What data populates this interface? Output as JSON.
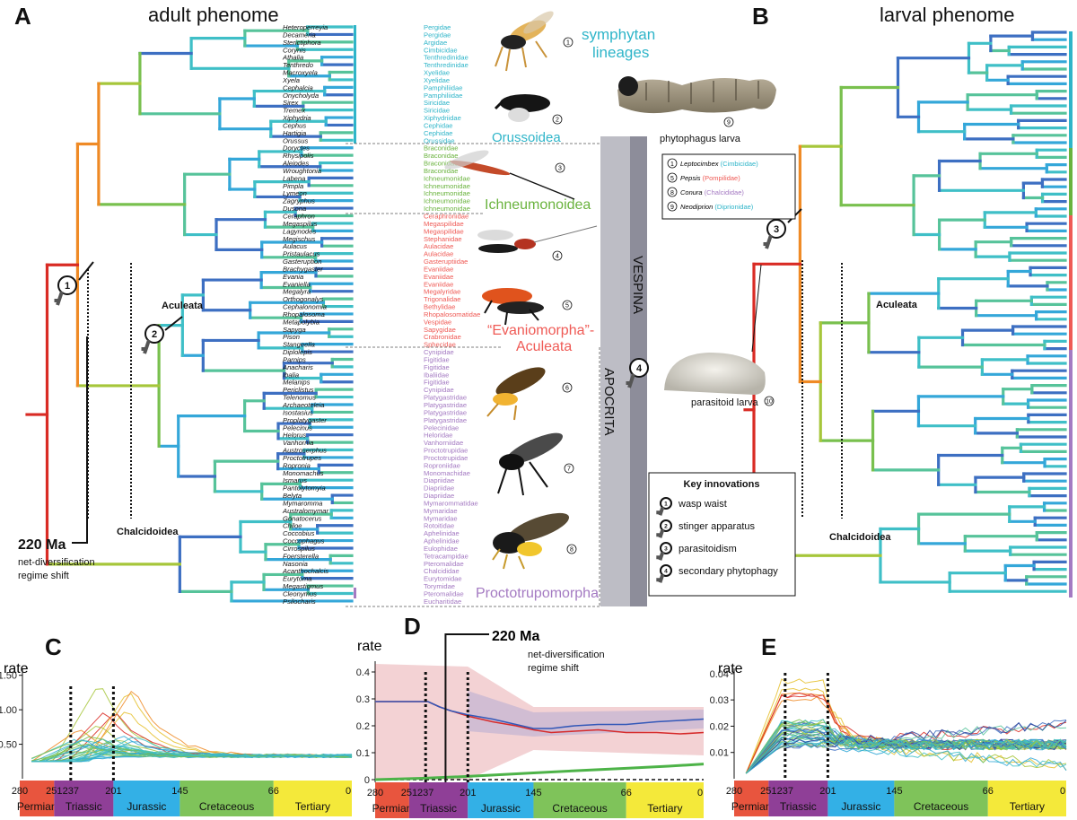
{
  "panels": {
    "A": "A",
    "B": "B",
    "C": "C",
    "D": "D",
    "E": "E"
  },
  "titles": {
    "adult": "adult phenome",
    "larval": "larval phenome"
  },
  "taxa": [
    [
      "Heteroperreyia",
      "Pergidae",
      "sym"
    ],
    [
      "Decameria",
      "Pergidae",
      "sym"
    ],
    [
      "Sterictiphora",
      "Argidae",
      "sym"
    ],
    [
      "Corynis",
      "Cimbicidae",
      "sym"
    ],
    [
      "Athalia",
      "Tenthredinidae",
      "sym"
    ],
    [
      "Tenthredo",
      "Tenthredinidae",
      "sym"
    ],
    [
      "Macroxyela",
      "Xyelidae",
      "sym"
    ],
    [
      "Xyela",
      "Xyelidae",
      "sym"
    ],
    [
      "Cephalcia",
      "Pamphiliidae",
      "sym"
    ],
    [
      "Onycholyda",
      "Pamphiliidae",
      "sym"
    ],
    [
      "Sirex",
      "Siricidae",
      "sym"
    ],
    [
      "Tremex",
      "Siricidae",
      "sym"
    ],
    [
      "Xiphydria",
      "Xiphydriidae",
      "sym"
    ],
    [
      "Cephus",
      "Cephidae",
      "sym"
    ],
    [
      "Hartigia",
      "Cephidae",
      "sym"
    ],
    [
      "Orussus",
      "Orussidae",
      "sym"
    ],
    [
      "Doryctes",
      "Braconidae",
      "ich"
    ],
    [
      "Rhysipolis",
      "Braconidae",
      "ich"
    ],
    [
      "Aleiodes",
      "Braconidae",
      "ich"
    ],
    [
      "Wroughtonia",
      "Braconidae",
      "ich"
    ],
    [
      "Labena",
      "Ichneumonidae",
      "ich"
    ],
    [
      "Pimpla",
      "Ichneumonidae",
      "ich"
    ],
    [
      "Lymeon",
      "Ichneumonidae",
      "ich"
    ],
    [
      "Zagryphus",
      "Ichneumonidae",
      "ich"
    ],
    [
      "Dusona",
      "Ichneumonidae",
      "ich"
    ],
    [
      "Ceraphron",
      "Ceraphronidae",
      "eva"
    ],
    [
      "Megaspilus",
      "Megaspilidae",
      "eva"
    ],
    [
      "Lagynodes",
      "Megaspilidae",
      "eva"
    ],
    [
      "Megischus",
      "Stephanidae",
      "eva"
    ],
    [
      "Aulacus",
      "Aulacidae",
      "eva"
    ],
    [
      "Pristaulacus",
      "Aulacidae",
      "eva"
    ],
    [
      "Gasteruption",
      "Gasteruptiidae",
      "eva"
    ],
    [
      "Brachygaster",
      "Evaniidae",
      "eva"
    ],
    [
      "Evania",
      "Evaniidae",
      "eva"
    ],
    [
      "Evaniella",
      "Evaniidae",
      "eva"
    ],
    [
      "Megalyra",
      "Megalyridae",
      "eva"
    ],
    [
      "Orthogonalys",
      "Trigonalidae",
      "eva"
    ],
    [
      "Cephalonomia",
      "Bethylidae",
      "eva"
    ],
    [
      "Rhopalosoma",
      "Rhopalosomatidae",
      "eva"
    ],
    [
      "Metapolybia",
      "Vespidae",
      "eva"
    ],
    [
      "Sapyga",
      "Sapygidae",
      "eva"
    ],
    [
      "Pison",
      "Crabronidae",
      "eva"
    ],
    [
      "Stangeella",
      "Sphecidae",
      "eva"
    ],
    [
      "Diplolepis",
      "Cynipidae",
      "pro"
    ],
    [
      "Parnips",
      "Figitidae",
      "pro"
    ],
    [
      "Anacharis",
      "Figitidae",
      "pro"
    ],
    [
      "Ibalia",
      "Ibaliidae",
      "pro"
    ],
    [
      "Melanips",
      "Figitidae",
      "pro"
    ],
    [
      "Periclistus",
      "Cynipidae",
      "pro"
    ],
    [
      "Telenomus",
      "Platygastridae",
      "pro"
    ],
    [
      "Archaeoteleia",
      "Platygastridae",
      "pro"
    ],
    [
      "Isostasius",
      "Platygastridae",
      "pro"
    ],
    [
      "Proplatygaster",
      "Platygastridae",
      "pro"
    ],
    [
      "Pelecinus",
      "Pelecinidae",
      "pro"
    ],
    [
      "Helorus",
      "Heloridae",
      "pro"
    ],
    [
      "Vanhornia",
      "Vanhorniidae",
      "pro"
    ],
    [
      "Austroserphus",
      "Proctotrupidae",
      "pro"
    ],
    [
      "Proctotrupes",
      "Proctotrupidae",
      "pro"
    ],
    [
      "Roproniа",
      "Roproniidae",
      "pro"
    ],
    [
      "Monomachus",
      "Monomachidae",
      "pro"
    ],
    [
      "Ismarus",
      "Diapriidae",
      "pro"
    ],
    [
      "Pantolytomyia",
      "Diapriidae",
      "pro"
    ],
    [
      "Belyta",
      "Diapriidae",
      "pro"
    ],
    [
      "Mymaromma",
      "Mymarommatidae",
      "pro"
    ],
    [
      "Australomymar",
      "Mymaridae",
      "pro"
    ],
    [
      "Gonatocerus",
      "Mymaridae",
      "pro"
    ],
    [
      "Chiloe",
      "Rotoitidae",
      "pro"
    ],
    [
      "Coccobius",
      "Aphelinidae",
      "pro"
    ],
    [
      "Coccophagus",
      "Aphelinidae",
      "pro"
    ],
    [
      "Cirrospilus",
      "Eulophidae",
      "pro"
    ],
    [
      "Foersterella",
      "Tetracampidae",
      "pro"
    ],
    [
      "Nasonia",
      "Pteromalidae",
      "pro"
    ],
    [
      "Acanthochalcis",
      "Chalcididae",
      "pro"
    ],
    [
      "Eurytoma",
      "Eurytomidae",
      "pro"
    ],
    [
      "Megastigmus",
      "Torymidae",
      "pro"
    ],
    [
      "Cleonymus",
      "Pteromalidae",
      "pro"
    ],
    [
      "Psilocharis",
      "Eucharitidae",
      "pro"
    ]
  ],
  "groupColors": {
    "sym": "#2fb5c9",
    "ich": "#6ab33e",
    "eva": "#ef5a55",
    "pro": "#a47ac2"
  },
  "clades": {
    "symphytan": "symphytan\nlineages",
    "orussoidea": "Orussoidea",
    "ichneumonoidea": "Ichneumonoidea",
    "evaniomorpha": "“Evaniomorpha”-\nAculeata",
    "proctotrupomorpha": "Proctotrupomorpha",
    "aculeata": "Aculeata",
    "chalcidoidea": "Chalcidoidea",
    "vespina": "VESPINA",
    "apocrita": "APOCRITA"
  },
  "shift": {
    "age": "220 Ma",
    "desc1": "net-diversification",
    "desc2": "regime shift"
  },
  "photos": {
    "phyto": "phytophagus larva",
    "parasitoid": "parasitoid larva"
  },
  "legend_species": [
    {
      "n": "1",
      "genus": "Leptocimbex",
      "fam": "(Cimbicidae)",
      "color": "#2fb5c9"
    },
    {
      "n": "5",
      "genus": "Pepsis",
      "fam": "(Pompilidae)",
      "color": "#ef5a55"
    },
    {
      "n": "8",
      "genus": "Conura",
      "fam": "(Chalcididae)",
      "color": "#a47ac2"
    },
    {
      "n": "9",
      "genus": "Neodiprion",
      "fam": "(Diprionidae)",
      "color": "#2fb5c9"
    }
  ],
  "key_innovations": {
    "title": "Key innovations",
    "items": [
      {
        "n": "1",
        "label": "wasp waist"
      },
      {
        "n": "2",
        "label": "stinger apparatus"
      },
      {
        "n": "3",
        "label": "parasitoidism"
      },
      {
        "n": "4",
        "label": "secondary phytophagy"
      }
    ]
  },
  "timeline": {
    "ages": [
      280,
      251,
      237,
      201,
      145,
      66,
      0
    ],
    "periods": [
      {
        "name": "Permian",
        "from": 280,
        "to": 251,
        "color": "#e8553e"
      },
      {
        "name": "Triassic",
        "from": 251,
        "to": 201,
        "color": "#8f3f97"
      },
      {
        "name": "Jurassic",
        "from": 201,
        "to": 145,
        "color": "#33b0e6"
      },
      {
        "name": "Cretaceous",
        "from": 145,
        "to": 66,
        "color": "#7fc35a"
      },
      {
        "name": "Tertiary",
        "from": 66,
        "to": 0,
        "color": "#f4e93a"
      }
    ]
  },
  "chart_data": [
    {
      "type": "line",
      "panel": "C",
      "ylabel": "rate",
      "xlim": [
        280,
        0
      ],
      "ylim": [
        0,
        1.6
      ],
      "yticks": [
        0.5,
        1.0,
        1.5
      ],
      "ytick_labels": [
        "0.50",
        "1.00",
        "1.50"
      ],
      "vlines": [
        237,
        201
      ]
    },
    {
      "type": "line",
      "panel": "D",
      "ylabel": "rate",
      "xlim": [
        280,
        0
      ],
      "ylim": [
        -0.01,
        0.44
      ],
      "yticks": [
        0,
        0.1,
        0.2,
        0.3,
        0.4
      ],
      "ytick_labels": [
        "0",
        "0.1",
        "0.2",
        "0.3",
        "0.4"
      ],
      "vlines": [
        237,
        201
      ],
      "shift_line": 220,
      "series": [
        {
          "color": "#d62b2b",
          "x": [
            280,
            250,
            235,
            225,
            215,
            200,
            180,
            160,
            145,
            130,
            110,
            90,
            66,
            40,
            20,
            0
          ],
          "y": [
            0.29,
            0.29,
            0.29,
            0.27,
            0.255,
            0.235,
            0.215,
            0.2,
            0.185,
            0.175,
            0.18,
            0.185,
            0.175,
            0.175,
            0.17,
            0.175
          ]
        },
        {
          "color": "#3358b8",
          "x": [
            280,
            250,
            235,
            225,
            215,
            200,
            180,
            160,
            145,
            130,
            110,
            90,
            66,
            40,
            20,
            0
          ],
          "y": [
            0.29,
            0.29,
            0.29,
            0.27,
            0.255,
            0.24,
            0.225,
            0.205,
            0.19,
            0.19,
            0.2,
            0.205,
            0.205,
            0.215,
            0.22,
            0.225
          ]
        },
        {
          "color": "#4db348",
          "x": [
            280,
            240,
            201,
            145,
            100,
            66,
            30,
            0
          ],
          "y": [
            0.0,
            0.005,
            0.012,
            0.025,
            0.035,
            0.042,
            0.05,
            0.058
          ]
        }
      ]
    },
    {
      "type": "line",
      "panel": "E",
      "ylabel": "rate",
      "xlim": [
        280,
        0
      ],
      "ylim": [
        0,
        0.042
      ],
      "yticks": [
        0.01,
        0.02,
        0.03,
        0.04
      ],
      "ytick_labels": [
        "0.01",
        "0.02",
        "0.03",
        "0.04"
      ],
      "vlines": [
        237,
        201
      ]
    }
  ]
}
